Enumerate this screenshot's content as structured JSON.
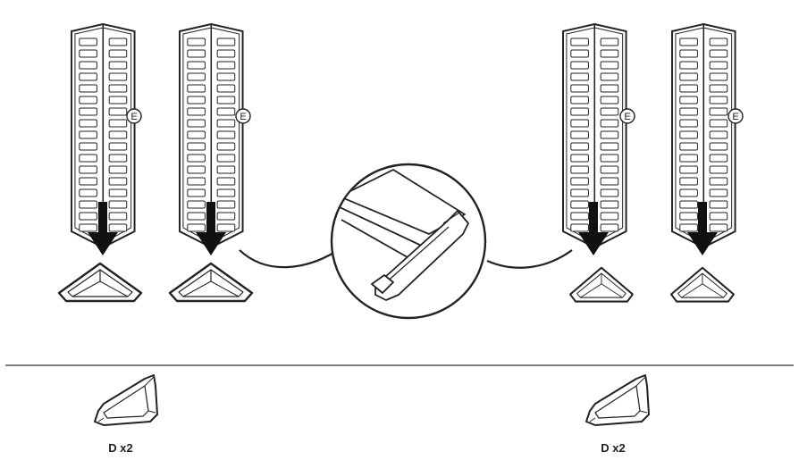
{
  "colors": {
    "line": "#222222",
    "fill": "#ffffff",
    "arrow": "#111111",
    "divider": "#333333"
  },
  "assembly": {
    "uprights": [
      {
        "callout": "E"
      },
      {
        "callout": "E"
      },
      {
        "callout": "E"
      },
      {
        "callout": "E"
      }
    ],
    "detail_view": {
      "icon": "corner-cap-detail-icon"
    }
  },
  "parts": [
    {
      "label": "D x2",
      "icon": "corner-cap-part-icon"
    },
    {
      "label": "D x2",
      "icon": "corner-cap-part-icon"
    }
  ]
}
